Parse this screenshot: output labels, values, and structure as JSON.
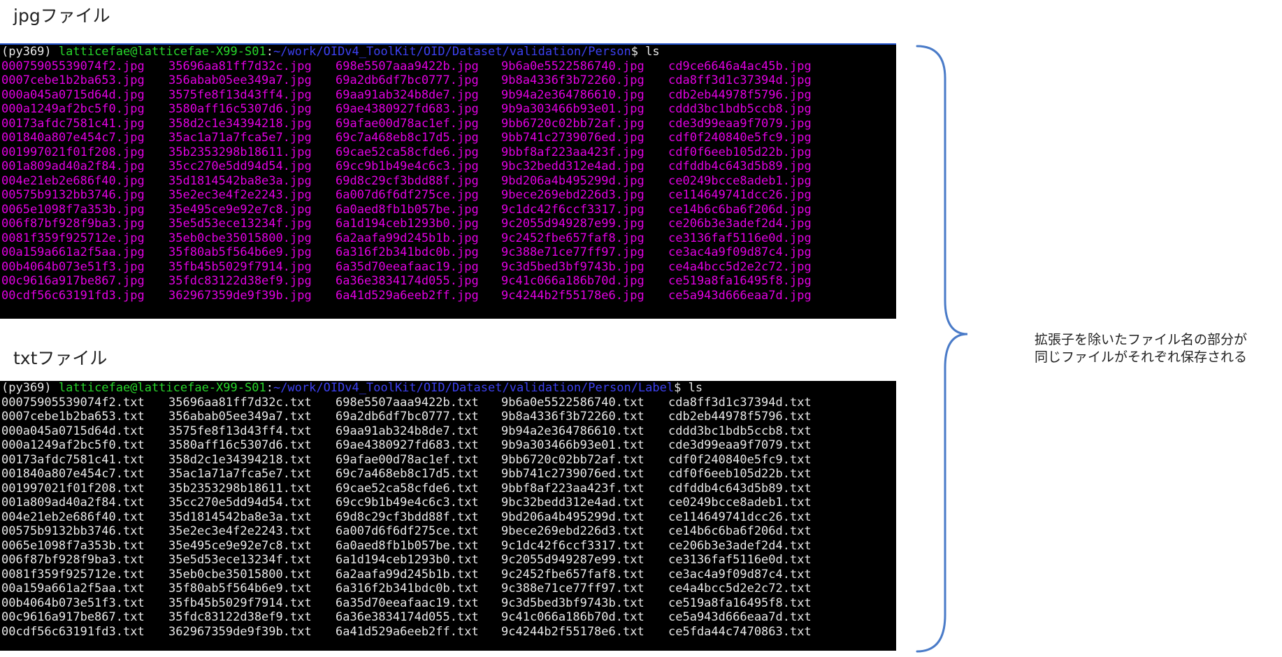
{
  "captions": {
    "jpg": "jpgファイル",
    "txt": "txtファイル"
  },
  "colors": {
    "jpg_text": "#e100e1",
    "txt_text": "#e8e8e8",
    "prompt_user": "#27d62a",
    "prompt_path": "#3c40f0",
    "brace": "#4a7bc8"
  },
  "jpg_terminal": {
    "prompt": {
      "env": "(py369) ",
      "user": "latticefae@latticefae-X99-S01",
      "sep": ":",
      "path": "~/work/OIDv4_ToolKit/OID/Dataset/validation/Person",
      "end": "$ ls"
    },
    "columns": [
      [
        "00075905539074f2.jpg",
        "0007cebe1b2ba653.jpg",
        "000a045a0715d64d.jpg",
        "000a1249af2bc5f0.jpg",
        "00173afdc7581c41.jpg",
        "001840a807e454c7.jpg",
        "001997021f01f208.jpg",
        "001a809ad40a2f84.jpg",
        "004e21eb2e686f40.jpg",
        "00575b9132bb3746.jpg",
        "0065e1098f7a353b.jpg",
        "006f87bf928f9ba3.jpg",
        "0081f359f925712e.jpg",
        "00a159a661a2f5aa.jpg",
        "00b4064b073e51f3.jpg",
        "00c9616a917be867.jpg",
        "00cdf56c63191fd3.jpg"
      ],
      [
        "35696aa81ff7d32c.jpg",
        "356abab05ee349a7.jpg",
        "3575fe8f13d43ff4.jpg",
        "3580aff16c5307d6.jpg",
        "358d2c1e34394218.jpg",
        "35ac1a71a7fca5e7.jpg",
        "35b2353298b18611.jpg",
        "35cc270e5dd94d54.jpg",
        "35d1814542ba8e3a.jpg",
        "35e2ec3e4f2e2243.jpg",
        "35e495ce9e92e7c8.jpg",
        "35e5d53ece13234f.jpg",
        "35eb0cbe35015800.jpg",
        "35f80ab5f564b6e9.jpg",
        "35fb45b5029f7914.jpg",
        "35fdc83122d38ef9.jpg",
        "362967359de9f39b.jpg"
      ],
      [
        "698e5507aaa9422b.jpg",
        "69a2db6df7bc0777.jpg",
        "69aa91ab324b8de7.jpg",
        "69ae4380927fd683.jpg",
        "69afae00d78ac1ef.jpg",
        "69c7a468eb8c17d5.jpg",
        "69cae52ca58cfde6.jpg",
        "69cc9b1b49e4c6c3.jpg",
        "69d8c29cf3bdd88f.jpg",
        "6a007d6f6df275ce.jpg",
        "6a0aed8fb1b057be.jpg",
        "6a1d194ceb1293b0.jpg",
        "6a2aafa99d245b1b.jpg",
        "6a316f2b341bdc0b.jpg",
        "6a35d70eeafaac19.jpg",
        "6a36e3834174d055.jpg",
        "6a41d529a6eeb2ff.jpg"
      ],
      [
        "9b6a0e5522586740.jpg",
        "9b8a4336f3b72260.jpg",
        "9b94a2e364786610.jpg",
        "9b9a303466b93e01.jpg",
        "9bb6720c02bb72af.jpg",
        "9bb741c2739076ed.jpg",
        "9bbf8af223aa423f.jpg",
        "9bc32bedd312e4ad.jpg",
        "9bd206a4b495299d.jpg",
        "9bece269ebd226d3.jpg",
        "9c1dc42f6ccf3317.jpg",
        "9c2055d949287e99.jpg",
        "9c2452fbe657faf8.jpg",
        "9c388e71ce77ff97.jpg",
        "9c3d5bed3bf9743b.jpg",
        "9c41c066a186b70d.jpg",
        "9c4244b2f55178e6.jpg"
      ],
      [
        "cd9ce6646a4ac45b.jpg",
        "cda8ff3d1c37394d.jpg",
        "cdb2eb44978f5796.jpg",
        "cddd3bc1bdb5ccb8.jpg",
        "cde3d99eaa9f7079.jpg",
        "cdf0f240840e5fc9.jpg",
        "cdf0f6eeb105d22b.jpg",
        "cdfddb4c643d5b89.jpg",
        "ce0249bcce8adeb1.jpg",
        "ce114649741dcc26.jpg",
        "ce14b6c6ba6f206d.jpg",
        "ce206b3e3adef2d4.jpg",
        "ce3136faf5116e0d.jpg",
        "ce3ac4a9f09d87c4.jpg",
        "ce4a4bcc5d2e2c72.jpg",
        "ce519a8fa16495f8.jpg",
        "ce5a943d666eaa7d.jpg"
      ]
    ]
  },
  "txt_terminal": {
    "prompt": {
      "env": "(py369) ",
      "user": "latticefae@latticefae-X99-S01",
      "sep": ":",
      "path": "~/work/OIDv4_ToolKit/OID/Dataset/validation/Person/Label",
      "end": "$ ls"
    },
    "columns": [
      [
        "00075905539074f2.txt",
        "0007cebe1b2ba653.txt",
        "000a045a0715d64d.txt",
        "000a1249af2bc5f0.txt",
        "00173afdc7581c41.txt",
        "001840a807e454c7.txt",
        "001997021f01f208.txt",
        "001a809ad40a2f84.txt",
        "004e21eb2e686f40.txt",
        "00575b9132bb3746.txt",
        "0065e1098f7a353b.txt",
        "006f87bf928f9ba3.txt",
        "0081f359f925712e.txt",
        "00a159a661a2f5aa.txt",
        "00b4064b073e51f3.txt",
        "00c9616a917be867.txt",
        "00cdf56c63191fd3.txt"
      ],
      [
        "35696aa81ff7d32c.txt",
        "356abab05ee349a7.txt",
        "3575fe8f13d43ff4.txt",
        "3580aff16c5307d6.txt",
        "358d2c1e34394218.txt",
        "35ac1a71a7fca5e7.txt",
        "35b2353298b18611.txt",
        "35cc270e5dd94d54.txt",
        "35d1814542ba8e3a.txt",
        "35e2ec3e4f2e2243.txt",
        "35e495ce9e92e7c8.txt",
        "35e5d53ece13234f.txt",
        "35eb0cbe35015800.txt",
        "35f80ab5f564b6e9.txt",
        "35fb45b5029f7914.txt",
        "35fdc83122d38ef9.txt",
        "362967359de9f39b.txt"
      ],
      [
        "698e5507aaa9422b.txt",
        "69a2db6df7bc0777.txt",
        "69aa91ab324b8de7.txt",
        "69ae4380927fd683.txt",
        "69afae00d78ac1ef.txt",
        "69c7a468eb8c17d5.txt",
        "69cae52ca58cfde6.txt",
        "69cc9b1b49e4c6c3.txt",
        "69d8c29cf3bdd88f.txt",
        "6a007d6f6df275ce.txt",
        "6a0aed8fb1b057be.txt",
        "6a1d194ceb1293b0.txt",
        "6a2aafa99d245b1b.txt",
        "6a316f2b341bdc0b.txt",
        "6a35d70eeafaac19.txt",
        "6a36e3834174d055.txt",
        "6a41d529a6eeb2ff.txt"
      ],
      [
        "9b6a0e5522586740.txt",
        "9b8a4336f3b72260.txt",
        "9b94a2e364786610.txt",
        "9b9a303466b93e01.txt",
        "9bb6720c02bb72af.txt",
        "9bb741c2739076ed.txt",
        "9bbf8af223aa423f.txt",
        "9bc32bedd312e4ad.txt",
        "9bd206a4b495299d.txt",
        "9bece269ebd226d3.txt",
        "9c1dc42f6ccf3317.txt",
        "9c2055d949287e99.txt",
        "9c2452fbe657faf8.txt",
        "9c388e71ce77ff97.txt",
        "9c3d5bed3bf9743b.txt",
        "9c41c066a186b70d.txt",
        "9c4244b2f55178e6.txt"
      ],
      [
        "cda8ff3d1c37394d.txt",
        "cdb2eb44978f5796.txt",
        "cddd3bc1bdb5ccb8.txt",
        "cde3d99eaa9f7079.txt",
        "cdf0f240840e5fc9.txt",
        "cdf0f6eeb105d22b.txt",
        "cdfddb4c643d5b89.txt",
        "ce0249bcce8adeb1.txt",
        "ce114649741dcc26.txt",
        "ce14b6c6ba6f206d.txt",
        "ce206b3e3adef2d4.txt",
        "ce3136faf5116e0d.txt",
        "ce3ac4a9f09d87c4.txt",
        "ce4a4bcc5d2e2c72.txt",
        "ce519a8fa16495f8.txt",
        "ce5a943d666eaa7d.txt",
        "ce5fda44c7470863.txt"
      ]
    ]
  },
  "annotation": {
    "line1": "拡張子を除いたファイル名の部分が",
    "line2": "同じファイルがそれぞれ保存される"
  }
}
